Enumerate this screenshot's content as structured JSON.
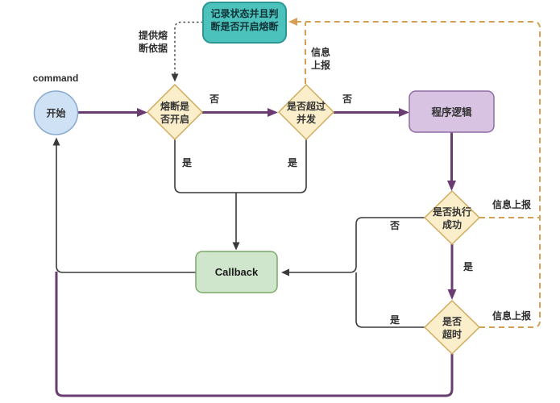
{
  "diagram": {
    "title_none": "",
    "nodes": {
      "start": {
        "label": "开始"
      },
      "record": {
        "label_line1": "记录状态并且判",
        "label_line2": "断是否开启熔断"
      },
      "breaker_check": {
        "label_line1": "熔断是",
        "label_line2": "否开启"
      },
      "concurrency_check": {
        "label_line1": "是否超过",
        "label_line2": "并发"
      },
      "program_logic": {
        "label": "程序逻辑"
      },
      "success_check": {
        "label_line1": "是否执行",
        "label_line2": "成功"
      },
      "timeout_check": {
        "label_line1": "是否",
        "label_line2": "超时"
      },
      "callback": {
        "label": "Callback"
      }
    },
    "labels": {
      "command": "command",
      "provide_basis_line1": "提供熔",
      "provide_basis_line2": "断依据",
      "report_vertical_line1": "信息",
      "report_vertical_line2": "上报",
      "report_success": "信息上报",
      "report_timeout": "信息上报",
      "no_breaker": "否",
      "no_concurrency": "否",
      "no_success": "否",
      "yes_breaker": "是",
      "yes_concurrency": "是",
      "yes_success": "是",
      "yes_timeout": "是"
    },
    "colors": {
      "background": "#ffffff",
      "start_fill": "#cfe2f5",
      "start_stroke": "#88aacf",
      "diamond_fill": "#faeecb",
      "diamond_stroke": "#d2ab5e",
      "record_fill": "#4cc2bd",
      "record_stroke": "#2a9794",
      "program_fill": "#d8c3e3",
      "program_stroke": "#8f6ba3",
      "callback_fill": "#cfe6cc",
      "callback_stroke": "#7aa968",
      "main_edge": "#6a3d72",
      "plain_edge": "#3a3a3a",
      "report_edge": "#d4a055",
      "basis_edge": "#4a4a4a",
      "text": "#333333"
    }
  }
}
